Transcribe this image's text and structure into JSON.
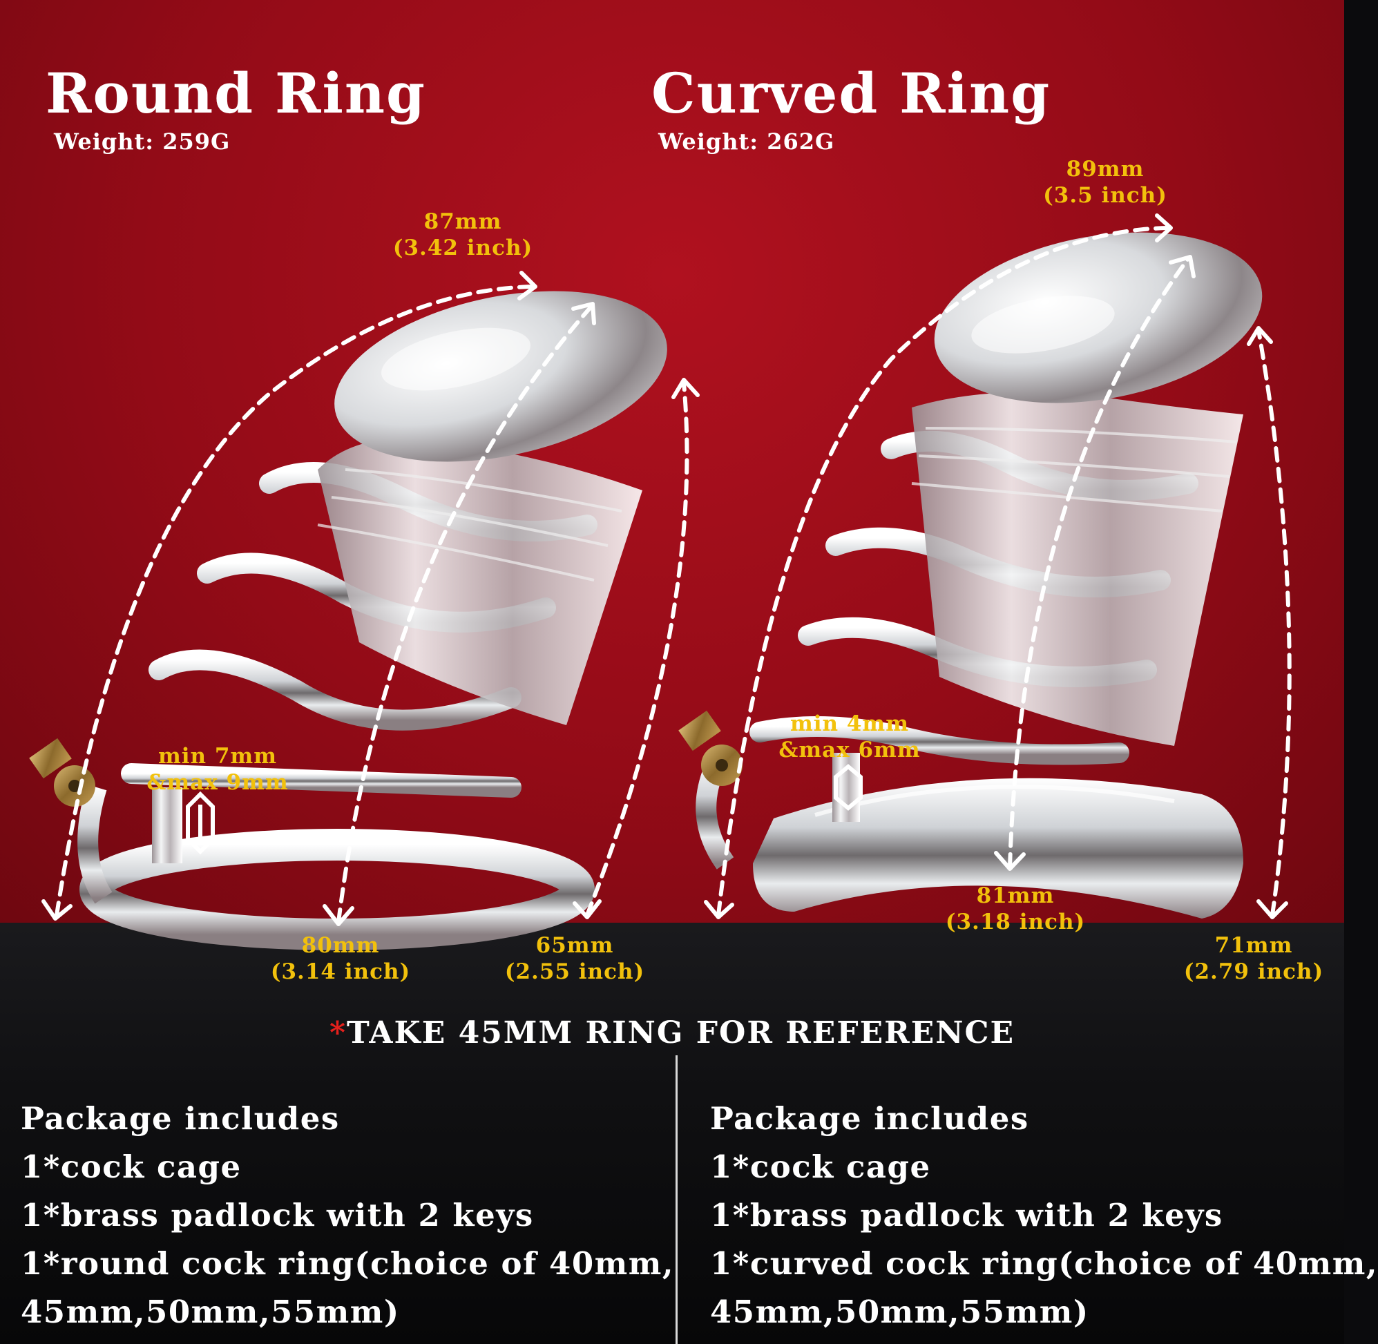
{
  "left": {
    "title": "Round Ring",
    "weight": "Weight:  259G",
    "measure_arc": {
      "mm": "87mm",
      "inch": "(3.42 inch)"
    },
    "measure_length": {
      "mm": "80mm",
      "inch": "(3.14 inch)"
    },
    "measure_back": {
      "mm": "65mm",
      "inch": "(2.55 inch)"
    },
    "gap": {
      "min": "min 7mm",
      "max": "&max 9mm"
    }
  },
  "right": {
    "title": "Curved Ring",
    "weight": "Weight:  262G",
    "measure_arc": {
      "mm": "89mm",
      "inch": "(3.5 inch)"
    },
    "measure_length": {
      "mm": "81mm",
      "inch": "(3.18 inch)"
    },
    "measure_back": {
      "mm": "71mm",
      "inch": "(2.79 inch)"
    },
    "gap": {
      "min": "min 4mm",
      "max": "&max 6mm"
    }
  },
  "note": {
    "star": "*",
    "text": "TAKE 45MM RING FOR REFERENCE"
  },
  "package_left": [
    "Package includes",
    "1*cock cage",
    "1*brass padlock with 2 keys",
    "1*round cock ring(choice of 40mm,",
    "45mm,50mm,55mm)"
  ],
  "package_right": [
    "Package includes",
    "1*cock cage",
    "1*brass padlock with 2 keys",
    "1*curved cock ring(choice of 40mm,",
    "45mm,50mm,55mm)"
  ],
  "colors": {
    "accent": "#f2c10c",
    "star": "#e5201c",
    "background_top": "#a10e1b",
    "background_bottom": "#0b0b0d"
  }
}
